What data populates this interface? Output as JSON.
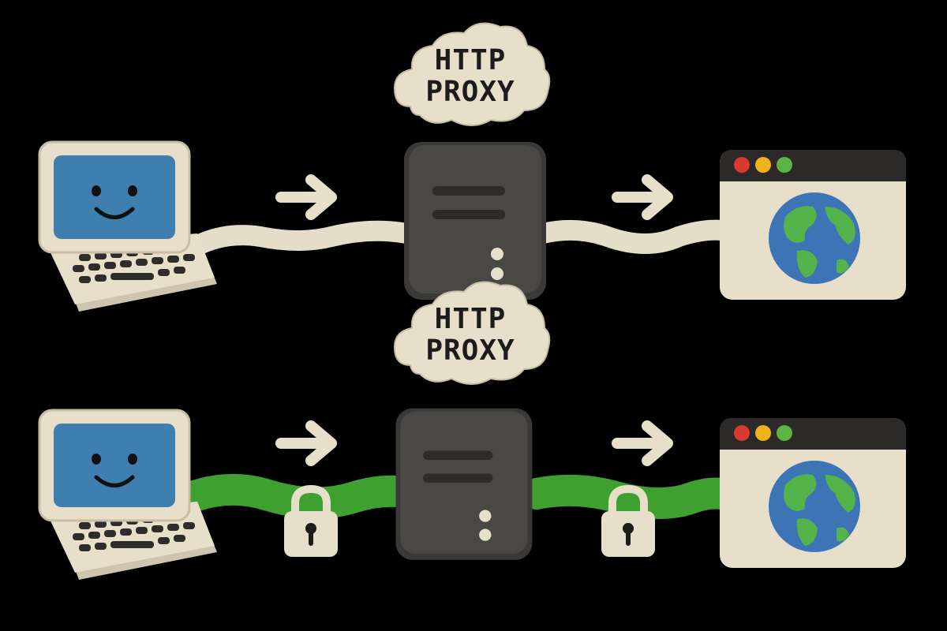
{
  "colors": {
    "background": "#000000",
    "clay": "#e8dfcb",
    "clay_shadow": "#b9ae96",
    "screen_blue": "#3f7fb0",
    "server_gray": "#4a4845",
    "server_dark": "#2c2b29",
    "plain_cable": "#e6ddc8",
    "secure_cable": "#3ea02e",
    "globe_ocean": "#3d74b6",
    "globe_land": "#54b34a",
    "dot_red": "#d93a30",
    "dot_yellow": "#f0b21d",
    "dot_green": "#5bb443"
  },
  "flows": [
    {
      "id": "plain-http",
      "proxy_label": [
        "HTTP",
        "PROXY"
      ],
      "cable": "plain",
      "locked": false
    },
    {
      "id": "encrypted-https",
      "proxy_label": [
        "HTTP",
        "PROXY"
      ],
      "cable": "secure",
      "locked": true
    }
  ]
}
